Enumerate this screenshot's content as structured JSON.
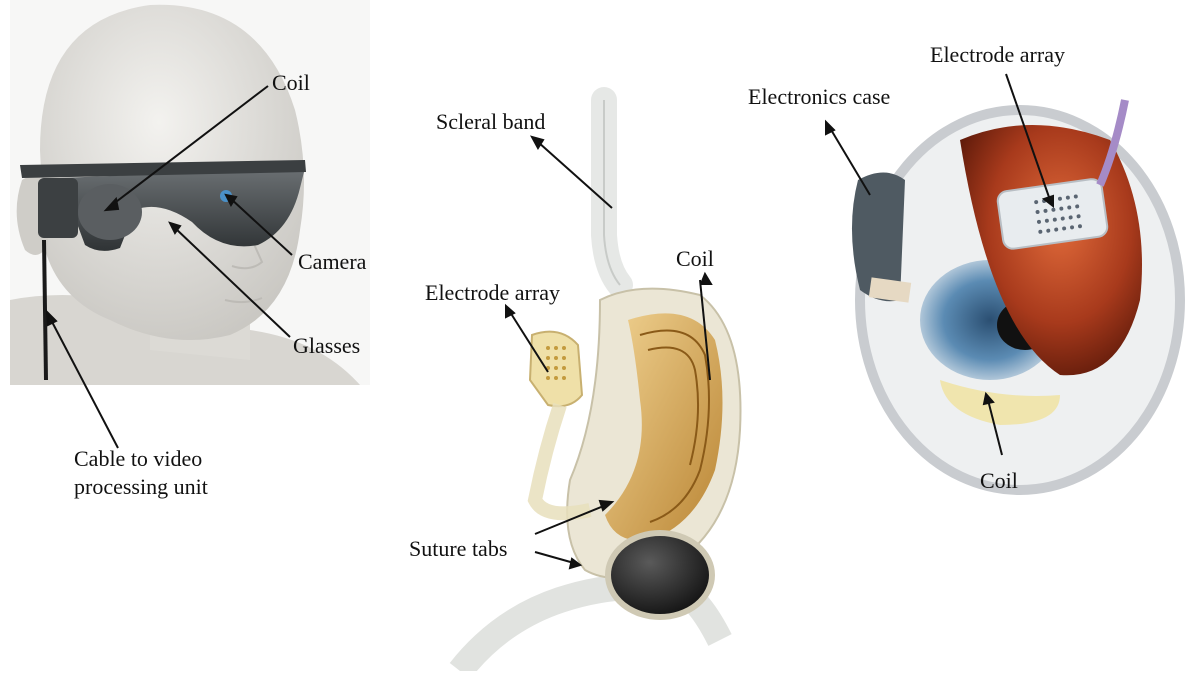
{
  "panels": {
    "left": {
      "coil": "Coil",
      "camera": "Camera",
      "glasses": "Glasses",
      "cable_line1": "Cable to video",
      "cable_line2": "processing unit"
    },
    "middle": {
      "scleral_band": "Scleral band",
      "coil": "Coil",
      "electrode_array": "Electrode array",
      "suture_tabs": "Suture tabs"
    },
    "right": {
      "electrode_array": "Electrode array",
      "electronics_case": "Electronics case",
      "coil": "Coil"
    }
  },
  "colors": {
    "head": "#e6e4df",
    "glasses": "#505457",
    "camera": "#4a90c8",
    "coil_gold": "#d9a441",
    "retina_red": "#a83a1c",
    "eye_shell": "#dcdfe2",
    "case_dark": "#2b2b2b"
  }
}
